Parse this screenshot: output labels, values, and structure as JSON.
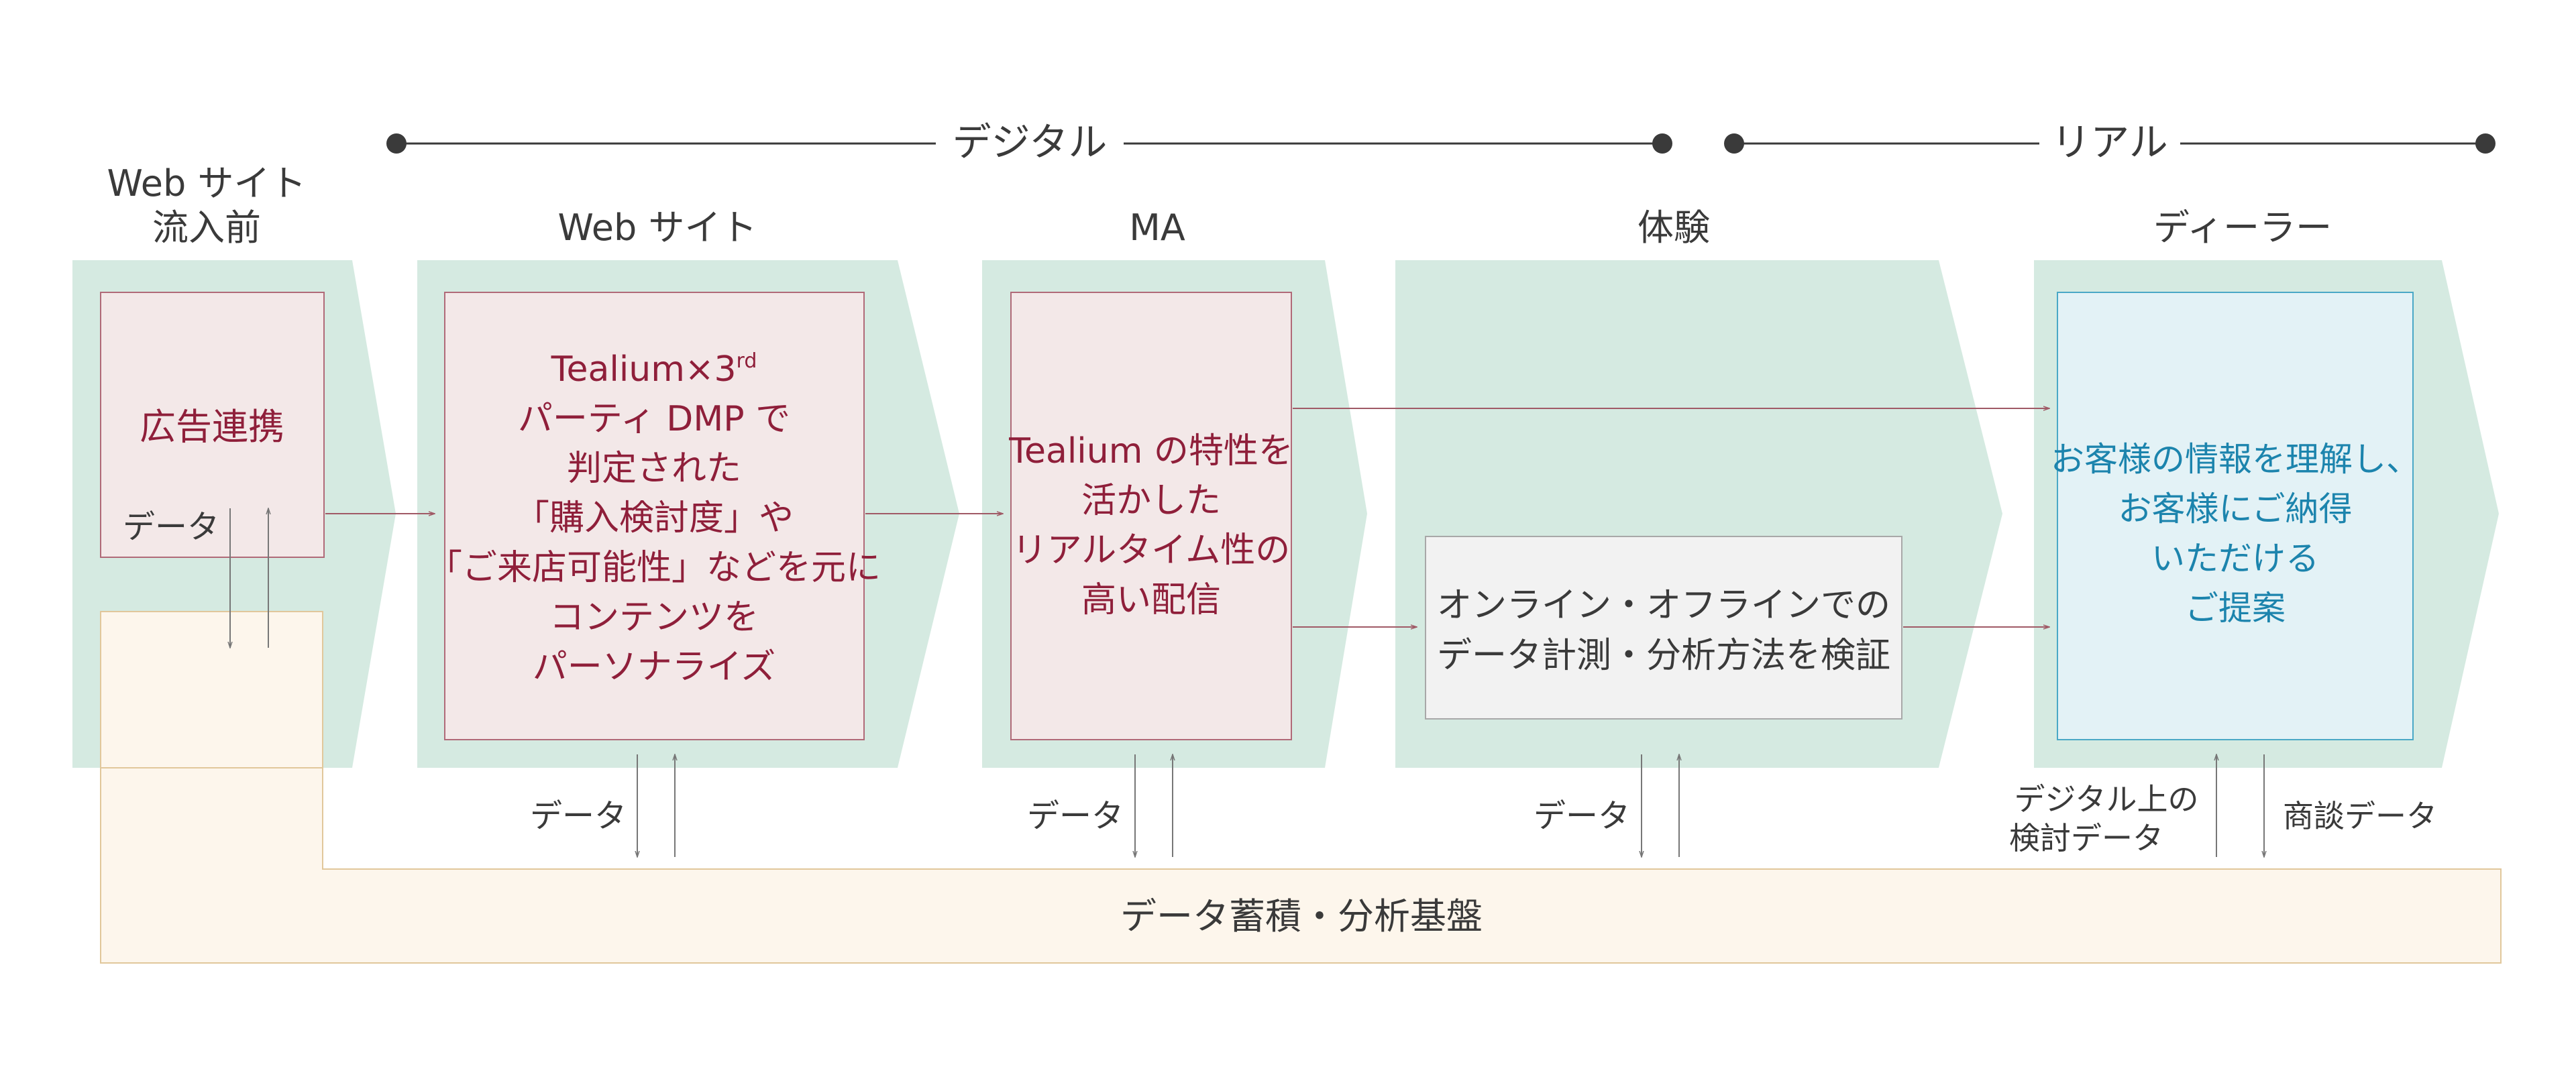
{
  "top_labels": {
    "digital": "デジタル",
    "real": "リアル"
  },
  "stages": {
    "pre": {
      "title_line1": "Web サイト",
      "title_line2": "流入前"
    },
    "web": {
      "title": "Web サイト"
    },
    "ma": {
      "title": "MA"
    },
    "exp": {
      "title": "体験"
    },
    "dealer": {
      "title": "ディーラー"
    }
  },
  "boxes": {
    "ad": {
      "label": "広告連携",
      "data_label": "データ"
    },
    "web": {
      "line1_main": "Tealium×3",
      "line1_sup": "rd",
      "lines": [
        "パーティ DMP で",
        "判定された",
        "「購入検討度」や",
        "「ご来店可能性」などを元に",
        "コンテンツを",
        "パーソナライズ"
      ]
    },
    "ma": {
      "lines": [
        "Tealium の特性を",
        "活かした",
        "リアルタイム性の",
        "高い配信"
      ]
    },
    "exp": {
      "lines": [
        "オンライン・オフラインでの",
        "データ計測・分析方法を検証"
      ]
    },
    "dealer": {
      "lines": [
        "お客様の情報を理解し、",
        "お客様にご納得",
        "いただける",
        "ご提案"
      ]
    }
  },
  "flow_labels": {
    "web_data": "データ",
    "ma_data": "データ",
    "exp_data": "データ",
    "dealer_digital_line1": "デジタル上の",
    "dealer_digital_line2": "検討データ",
    "dealer_talk": "商談データ"
  },
  "platform": {
    "label": "データ蓄積・分析基盤"
  },
  "colors": {
    "chevron": "#d5eae1",
    "red_box_fill": "#f3e8e8",
    "red_box_border": "#b06a78",
    "red_text": "#8f1f3a",
    "gray_box_fill": "#f2f2f2",
    "gray_box_border": "#a8a8a8",
    "blue_box_fill": "#e3f2f6",
    "blue_box_border": "#4aa8c6",
    "blue_text": "#1c84ad",
    "platform_fill": "#fdf6ec",
    "platform_border": "#e1c79b",
    "text": "#3a3a3a",
    "line": "#555555",
    "arrow": "#a05a66"
  }
}
